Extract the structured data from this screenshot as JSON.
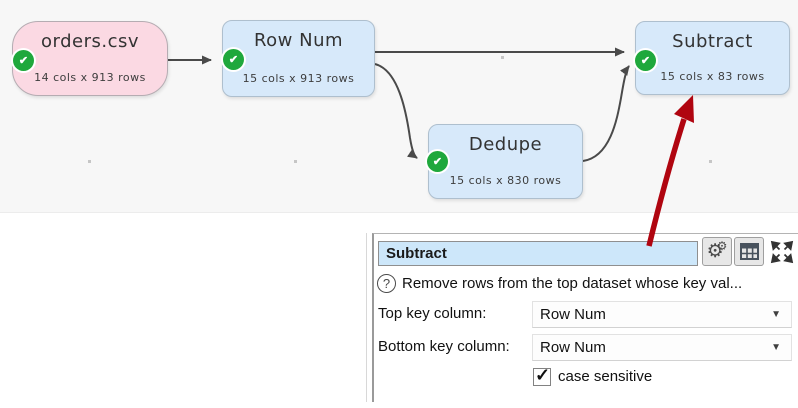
{
  "icons": {
    "node_check": "✔",
    "help": "?",
    "dropdown_arrow": "▼",
    "checkbox_check": "✓",
    "gear": "⚙"
  },
  "colors": {
    "input_node_bg": "#fbd9e3",
    "transform_node_bg": "#d7e9fa",
    "node_check_green": "#1fa83c",
    "connector": "#4a4a4a",
    "annotation_arrow_red": "#b00510",
    "panel_title_bg": "#cde7fa",
    "canvas_bg": "#f7f7f7"
  },
  "canvas": {
    "nodes": [
      {
        "title": "orders.csv",
        "subtitle": "14 cols x 913 rows",
        "type": "input"
      },
      {
        "title": "Row Num",
        "subtitle": "15 cols x 913 rows",
        "type": "transform"
      },
      {
        "title": "Dedupe",
        "subtitle": "15 cols x 830 rows",
        "type": "transform"
      },
      {
        "title": "Subtract",
        "subtitle": "15 cols x 83 rows",
        "type": "transform"
      }
    ]
  },
  "panel": {
    "title_value": "Subtract",
    "description": "Remove rows from the top dataset whose key val...",
    "fields": [
      {
        "label": "Top key column:",
        "value": "Row Num"
      },
      {
        "label": "Bottom key column:",
        "value": "Row Num"
      }
    ],
    "checkbox": {
      "label": "case sensitive",
      "checked": true
    }
  }
}
